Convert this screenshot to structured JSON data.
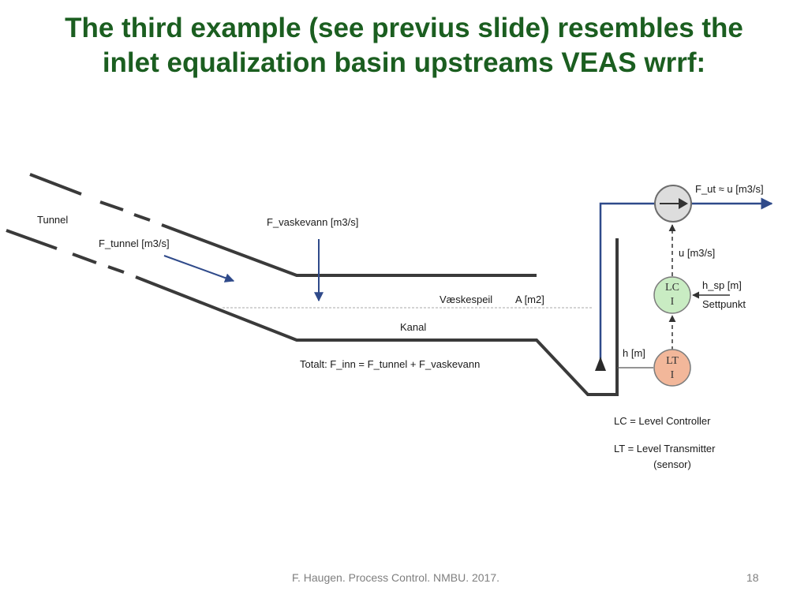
{
  "title": {
    "line1": "The third example (see previus slide) resembles the",
    "line2": "inlet equalization basin upstreams VEAS wrrf:"
  },
  "labels": {
    "tunnel": "Tunnel",
    "f_tunnel": "F_tunnel [m3/s]",
    "f_vaskevann": "F_vaskevann [m3/s]",
    "vaeskespeil": "Væskespeil",
    "area": "A [m2]",
    "kanal": "Kanal",
    "totalt": "Totalt: F_inn = F_tunnel + F_vaskevann",
    "h": "h [m]",
    "f_ut": "F_ut ≈ u [m3/s]",
    "u": "u [m3/s]",
    "h_sp": "h_sp [m]",
    "settpunkt": "Settpunkt",
    "lc_line1": "LC",
    "lc_line2": "I",
    "lt_line1": "LT",
    "lt_line2": "I"
  },
  "legend": {
    "lc": "LC = Level Controller",
    "lt_line1": "LT = Level Transmitter",
    "lt_line2": "(sensor)"
  },
  "footer": {
    "text": "F. Haugen. Process Control. NMBU. 2017.",
    "page": "18"
  },
  "colors": {
    "title": "#1b5e20",
    "flow_arrow": "#2f4a8a",
    "wall": "#3a3a3a",
    "lc_fill": "#c9ecc3",
    "lt_fill": "#f2b79a",
    "pump_fill": "#dddddd"
  },
  "icons": {
    "pump": "pump-icon"
  }
}
